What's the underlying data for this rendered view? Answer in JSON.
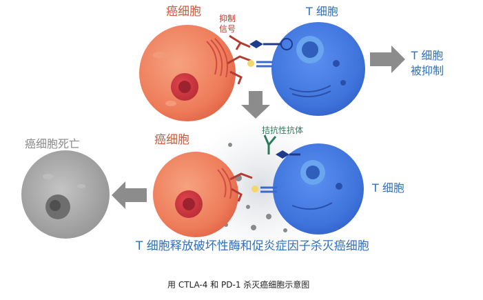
{
  "top": {
    "cancer_cell_label": "癌细胞",
    "inhibit_signal_label": [
      "抑制",
      "信号"
    ],
    "t_cell_label": "T 细胞",
    "t_cell_inhibited_label": [
      "T 细胞",
      "被抑制"
    ]
  },
  "bottom": {
    "antagonist_antibody_label": "拮抗性抗体",
    "cancer_cell_label": "癌细胞",
    "cancer_cell_death_label": "癌细胞死亡",
    "t_cell_label": "T 细胞",
    "release_text": "T 细胞释放破坏性酶和促炎症因子杀灭癌细胞"
  },
  "caption": "用 CTLA-4 和 PD-1 杀灭癌细胞示意图",
  "colors": {
    "cancer_cell": "#ee7c5a",
    "t_cell": "#3f74dc",
    "dead_cell": "#a9a9a9",
    "receptor_red": "#b53b30",
    "receptor_blue": "#1f3a8a",
    "antibody_green": "#2f7a5c",
    "arrow_gray": "#8c8c8c"
  }
}
